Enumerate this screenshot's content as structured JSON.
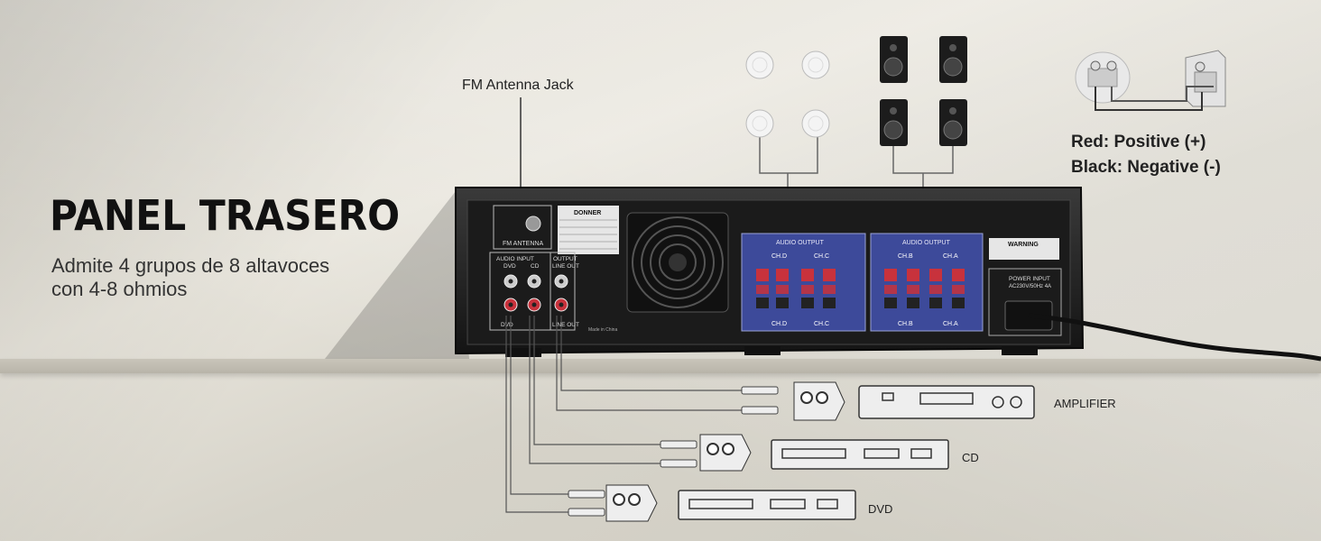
{
  "heading": {
    "title": "PANEL TRASERO",
    "subtitle_line1": "Admite 4 grupos de 8 altavoces",
    "subtitle_line2": "con 4-8 ohmios"
  },
  "callouts": {
    "fm_antenna": "FM Antenna Jack",
    "red": "Red: Positive (+)",
    "black": "Black: Negative (-)"
  },
  "amplifier_panel": {
    "brand": "DONNER",
    "fm_antenna_text": "FM  ANTENNA",
    "audio_input": "AUDIO INPUT",
    "output": "OUTPUT",
    "dvd": "DVD",
    "cd": "CD",
    "line_out": "LINE OUT",
    "audio_output": "AUDIO OUTPUT",
    "channels_left": [
      "CH.D",
      "CH.C"
    ],
    "channels_right": [
      "CH.B",
      "CH.A"
    ],
    "warning": "WARNING",
    "power_input": "POWER INPUT",
    "power_rating": "AC230V/50Hz  4A",
    "made_in": "Made in China"
  },
  "devices": [
    {
      "label": "AMPLIFIER"
    },
    {
      "label": "CD"
    },
    {
      "label": "DVD"
    }
  ],
  "colors": {
    "panel": "#1e1e1e",
    "output_panel": "#3d4a9a",
    "terminal_red": "#c8323c",
    "cable": "#555555"
  }
}
